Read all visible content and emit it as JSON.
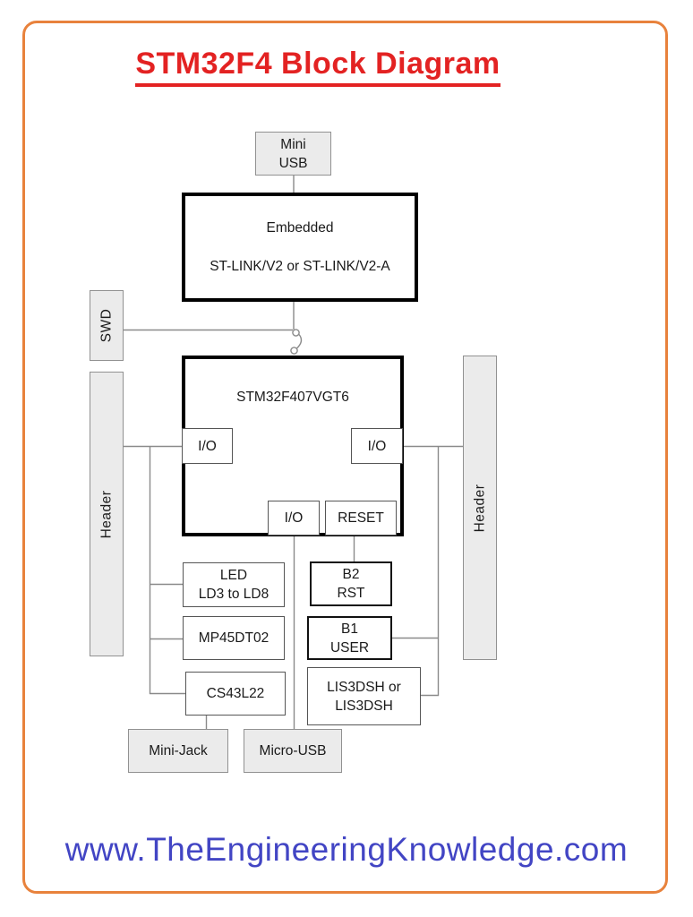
{
  "title": "STM32F4 Block Diagram",
  "footer": {
    "url": "www.TheEngineeringKnowledge.com"
  },
  "colors": {
    "frame_orange": "#E8823C",
    "title_red": "#E32222",
    "footer_blue": "#4245C4",
    "box_gray_fill": "#EBEBEB",
    "wire_gray": "#8a8a8a"
  },
  "diagram": {
    "mini_usb": {
      "line1": "Mini",
      "line2": "USB"
    },
    "embedded": {
      "line1": "Embedded",
      "line2": "ST-LINK/V2 or ST-LINK/V2-A"
    },
    "swd": {
      "label": "SWD"
    },
    "mcu": {
      "label": "STM32F407VGT6"
    },
    "io_left": {
      "label": "I/O"
    },
    "io_right": {
      "label": "I/O"
    },
    "io_bottom": {
      "label": "I/O"
    },
    "reset": {
      "label": "RESET"
    },
    "header_left": {
      "label": "Header"
    },
    "header_right": {
      "label": "Header"
    },
    "led": {
      "line1": "LED",
      "line2": "LD3 to LD8"
    },
    "mp45": {
      "label": "MP45DT02"
    },
    "cs43": {
      "label": "CS43L22"
    },
    "b2": {
      "line1": "B2",
      "line2": "RST"
    },
    "b1": {
      "line1": "B1",
      "line2": "USER"
    },
    "lis": {
      "line1": "LIS3DSH or",
      "line2": "LIS3DSH"
    },
    "mini_jack": {
      "label": "Mini-Jack"
    },
    "micro_usb": {
      "label": "Micro-USB"
    }
  }
}
